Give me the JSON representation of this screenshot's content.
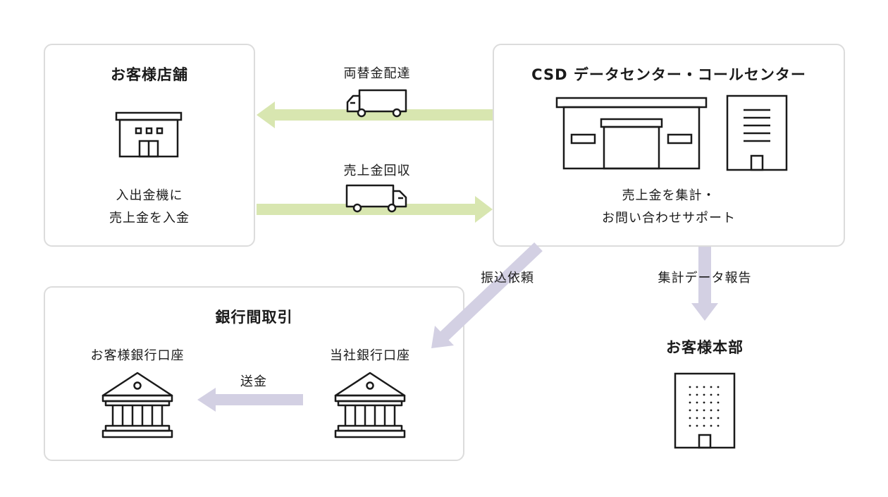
{
  "store": {
    "title": "お客様店舗",
    "desc_line1": "入出金機に",
    "desc_line2": "売上金を入金"
  },
  "center": {
    "title": "CSD データセンター・コールセンター",
    "desc_line1": "売上金を集計・",
    "desc_line2": "お問い合わせサポート"
  },
  "flows": {
    "exchange": "両替金配達",
    "collection": "売上金回収",
    "transfer_request": "振込依頼",
    "report": "集計データ報告",
    "remittance": "送金"
  },
  "interbank": {
    "title": "銀行間取引",
    "customer_account": "お客様銀行口座",
    "company_account": "当社銀行口座"
  },
  "hq": {
    "title": "お客様本部"
  },
  "colors": {
    "green_arrow": "#d8e6b0",
    "purple_arrow": "#d3d0e3",
    "border": "#dcdcdc",
    "line": "#1a1a1a"
  }
}
